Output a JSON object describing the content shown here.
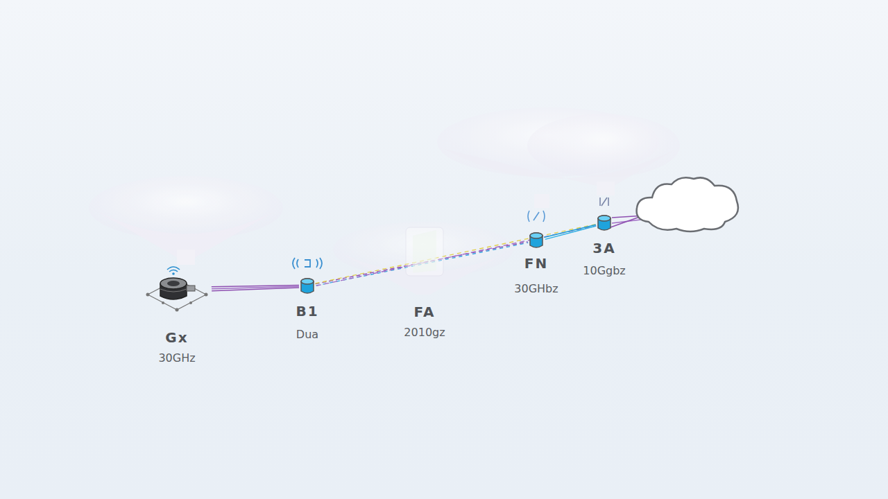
{
  "diagram": {
    "nodes": [
      {
        "text": [
          "Gx",
          "30GHz"
        ]
      },
      {
        "text": [
          "B1",
          "Dua"
        ]
      },
      {
        "text": [
          "FA",
          "2010gz"
        ]
      },
      {
        "text": [
          "FN",
          "30GHbz"
        ]
      },
      {
        "text": [
          "3A",
          "10Ggbz"
        ]
      }
    ],
    "edges": [
      {
        "from": 0,
        "to": 1,
        "arrow": "none"
      },
      {
        "from": 1,
        "to": 3,
        "arrow": "none"
      },
      {
        "from": 1,
        "to": 4,
        "arrow": "none"
      },
      {
        "from": 3,
        "to": 4,
        "arrow": "none"
      }
    ]
  }
}
